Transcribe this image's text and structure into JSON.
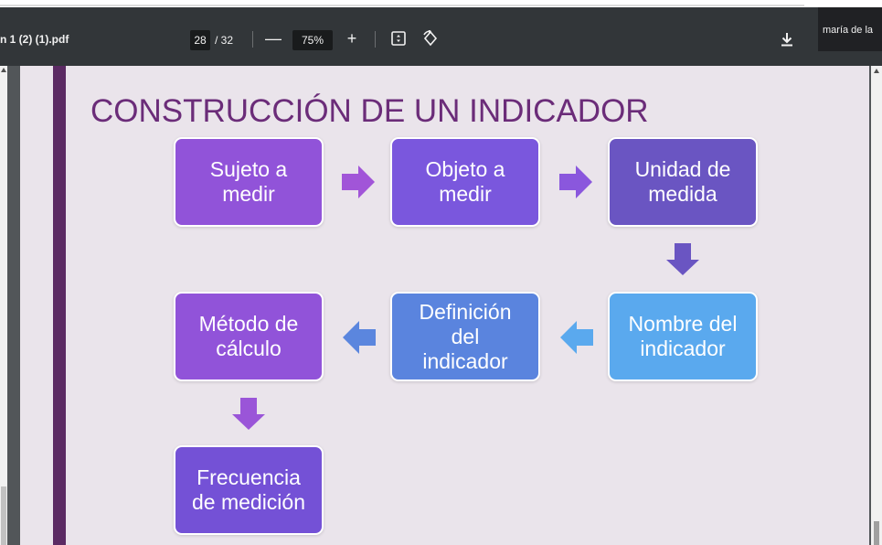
{
  "toolbar": {
    "filename": "n 1 (2) (1).pdf",
    "page_current": "28",
    "page_total": "/ 32",
    "zoom_out_label": "—",
    "zoom_level": "75%",
    "zoom_in_label": "+",
    "fit_icon": "fit-page-icon",
    "rotate_icon": "rotate-icon",
    "download_icon": "download-icon",
    "account_name": "maría de la"
  },
  "slide": {
    "title": "CONSTRUCCIÓN DE UN INDICADOR",
    "boxes": [
      {
        "label": "Sujeto a\nmedir",
        "color": "#9153d9"
      },
      {
        "label": "Objeto a\nmedir",
        "color": "#7a57dd"
      },
      {
        "label": "Unidad de\nmedida",
        "color": "#6a55c2"
      },
      {
        "label": "Nombre del\nindicador",
        "color": "#5aa9ee"
      },
      {
        "label": "Definición\ndel\nindicador",
        "color": "#5a84de"
      },
      {
        "label": "Método de\ncálculo",
        "color": "#9153d9"
      },
      {
        "label": "Frecuencia\nde medición",
        "color": "#7451d6"
      }
    ]
  },
  "colors": {
    "toolbar_bg": "#323639",
    "slide_bg": "#eae4eb",
    "title_color": "#6b2c79",
    "accent_bar": "#5b2a63"
  }
}
